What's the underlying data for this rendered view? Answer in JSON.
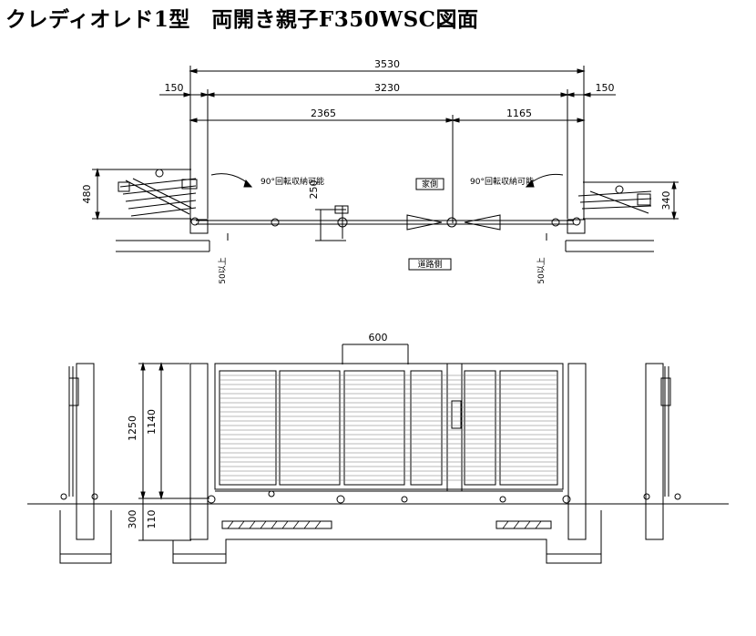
{
  "title": "クレディオレド1型　両開き親子F350WSC図面",
  "plan": {
    "dims": {
      "overall": "3530",
      "inner": "3230",
      "left_post": "150",
      "right_post": "150",
      "leaf_large": "2365",
      "leaf_small": "1165",
      "fold_left": "480",
      "fold_right": "340",
      "stop": "250",
      "clear_left": "50以上",
      "clear_right": "50以上"
    },
    "notes": {
      "left_swing": "90°回転収納可能",
      "right_swing": "90°回転収納可能",
      "house_side": "家側",
      "road_side": "道路側"
    }
  },
  "elevation": {
    "dims": {
      "width_600": "600",
      "height_total": "1250",
      "height_gate": "1140",
      "depth_post": "300",
      "depth_rail": "110"
    }
  }
}
